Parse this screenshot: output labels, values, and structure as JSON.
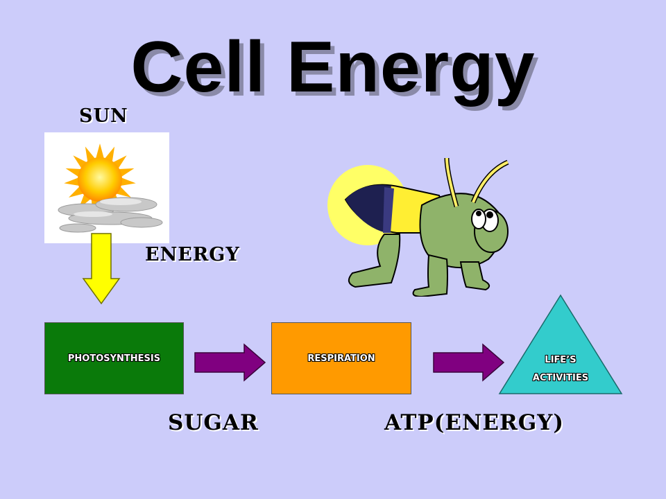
{
  "title": "Cell Energy",
  "labels": {
    "sun": "SUN",
    "energy": "ENERGY",
    "sugar": "SUGAR",
    "atp": "ATP(ENERGY)"
  },
  "boxes": {
    "photosynthesis": "PHOTOSYNTHESIS",
    "respiration": "RESPIRATION",
    "lifes_activities_line1": "LIFE’S",
    "lifes_activities_line2": "ACTIVITIES"
  },
  "colors": {
    "background": "#ccccfa",
    "photosynthesis_box": "#0a7a0a",
    "respiration_box": "#ff9a00",
    "triangle": "#33cccc",
    "flow_arrow": "#800080",
    "down_arrow": "#ffff00"
  },
  "icons": {
    "sun_image": "sun-behind-clouds-icon",
    "firefly_image": "glowing-firefly-icon",
    "down_arrow": "arrow-down-icon",
    "flow_arrows": "arrow-right-icon"
  }
}
